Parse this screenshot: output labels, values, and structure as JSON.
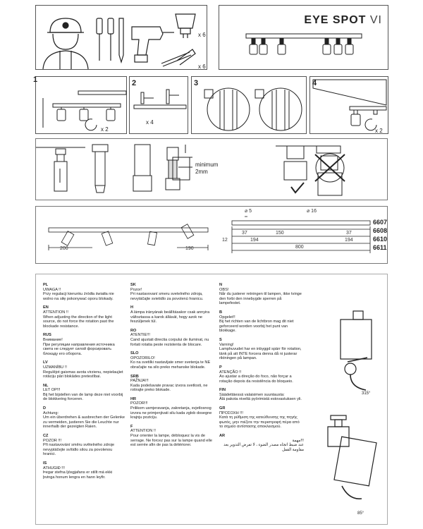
{
  "header": {
    "title_bold": "EYE SPOT",
    "title_light": "VI",
    "qty_drill": "x 6",
    "qty_screw": "x 6"
  },
  "steps": [
    {
      "num": "1",
      "qty": "x 2"
    },
    {
      "num": "2",
      "qty": "x 4"
    },
    {
      "num": "3",
      "qty": ""
    },
    {
      "num": "4",
      "qty": "x 2"
    }
  ],
  "adjust": {
    "min_label_1": "minimum",
    "min_label_2": "2mm"
  },
  "dimensions": {
    "codes": [
      "6607",
      "6608",
      "6610",
      "6611"
    ],
    "left_200": "200",
    "left_190": "190",
    "d5": "5",
    "d16": "16",
    "d37a": "37",
    "d150": "150",
    "d37b": "37",
    "d194a": "194",
    "d194b": "194",
    "d800": "800",
    "d12": "12"
  },
  "warnings": {
    "col1": [
      {
        "code": "PL",
        "text": "UWAGA !!\nPrzy regulacji kierunku źródła światła nie wolno na siłę pokonywać oporu blokady."
      },
      {
        "code": "EN",
        "text": "ATTENTION !!\nWhen adjusting the direction of the light source, do not force the rotation past the blockade resistance."
      },
      {
        "code": "RUS",
        "text": "Внимание!\nПри регуляции направления источника света не следует силой форсировать блокаду его оборота."
      },
      {
        "code": "LV",
        "text": "UZMANĪBU !!\nRegulējot gaismas avota virzienu, nepielaujiet rotāciju pāri blokādes pretestībai."
      },
      {
        "code": "NL",
        "text": "LET OP!!!\nBij het bijstellen van de lamp deze niet voorbij de blokkering forceren."
      },
      {
        "code": "D",
        "text": "Achtung:\nUm ein überdrehen & ausbrechen der Gelenke zu vermeiden, justieren Sie die Leuchte nur innerhalb der gezeigten Raien."
      },
      {
        "code": "CZ",
        "text": "POZOR !!!\nPři nastavování směru světelného zdroje nevyptáčejte svítidlo silou za povolenou hranici."
      },
      {
        "code": "IS",
        "text": "ATHUGIÐ !!!\nÞegar stefna ljósgjafans er stillt má ekki þvinga honum lengra en hann leyfir."
      }
    ],
    "col2": [
      {
        "code": "SK",
        "text": "Pozor!\nPri nastavovaní smeru svetelného zdroja, nevytáčajte svietidlo za povolenú hranicu."
      },
      {
        "code": "H",
        "text": "A lámpa irányának beállításakor csak annyira változtassa a karok állását, hogy azok ne feszüljenek túl."
      },
      {
        "code": "RO",
        "text": "ATENTIE!!!\nCand ajustati directia corpului de iluminat, nu fortati rotatia peste rezistenta de blocare."
      },
      {
        "code": "SLO",
        "text": "OPOZORILO!\nKo na svetilki nastavljate smer svetenja te NE obračajte na silo preko mehanske blokade."
      },
      {
        "code": "SRB",
        "text": "PAŽNJA!!!\nKada podešavate pravac izvora svetlosti, ne rotirajte preko blokade."
      },
      {
        "code": "HR",
        "text": "POZOR!!!\nPrilikom usmjeravanja, zakretanja, svjetlosnog izvora ne primjenjivati silu kada zglob dosegne krajnju poziciju."
      },
      {
        "code": "F",
        "text": "ATTENTION !!\nPour orienter la lampe, débloquez la vis de serrage. Ne forcez pas sur la lampe quand elle est serrée afin de pas la détériorer."
      }
    ],
    "col3": [
      {
        "code": "N",
        "text": "OBS!\nNår du justerer retningen til lampen, ikke tvinge den forbi den innebygde sperren på lampefestet."
      },
      {
        "code": "B",
        "text": "Opgelet!!\nBij het richten van de lichtbron mag dit niet geforceerd worden voorbij het punt van blokkage."
      },
      {
        "code": "S",
        "text": "Varning!\nLamphuvudet har en inbyggd spärr för rotation, tänk på att INTE forcera denna då ni justerar riktningen på lampan."
      },
      {
        "code": "P",
        "text": "ATENÇÃO !!\nAo ajustar a direção do foco, não forçar a rotação depois da resistência do bloqueio."
      },
      {
        "code": "FIN",
        "text": "Säädettäessä valaisimen suuntausta:\nÄlä pakota niveltä pyörimistä estovastuksen yli."
      },
      {
        "code": "GR",
        "text": "ΠΡΟΣΟΧΗ !!!\nΚατά τη ρύθμιση της κατεύθυνσης της πηγής φωτός, μην πιέζετε την περιστροφή πέρα από το σημείο αντίστασης αποκλεισμού."
      },
      {
        "code": "AR",
        "text": "!!!ﻣﻬﻤﺔ\nﻋﻨﺪ ﺿﺒﻂ اﺗﺠﺎه ﻣﺼﺪر اﻟﻀﻮء ، ﻻ ﺗﻔﺮض اﻟﺘﺪوﻳﺮ ﺑﻌﺪ ﻣﻘﺎوﻣﺔ اﻟﻘﻔﻞ"
      }
    ],
    "angle_top": "315°",
    "angle_bottom": "85°"
  }
}
